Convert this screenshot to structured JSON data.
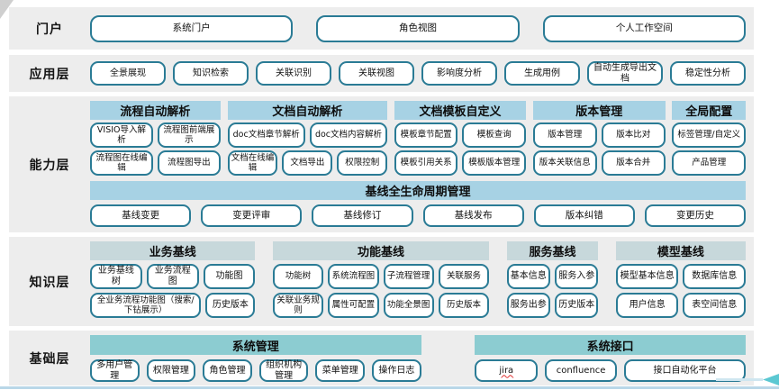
{
  "colors": {
    "accent": "#2a7b95",
    "band-bg": "#ededed",
    "hdr-blue": "#a7d2e4",
    "hdr-gray": "#c7d8db",
    "hdr-teal": "#8cccd1",
    "line-blue": "#b9d7e8",
    "arrow-teal": "#5bc8d2",
    "squiggle-red": "#e03030"
  },
  "portal": {
    "label": "门户",
    "buttons": [
      "系统门户",
      "角色视图",
      "个人工作空间"
    ]
  },
  "application": {
    "label": "应用层",
    "buttons": [
      "全景展现",
      "知识检索",
      "关联识别",
      "关联视图",
      "影响度分析",
      "生成用例",
      "自动生成导出文档",
      "稳定性分析"
    ]
  },
  "capability": {
    "label": "能力层",
    "groups": [
      {
        "header": "流程自动解析",
        "rows": [
          [
            "VISIO导入解析",
            "流程图前端展示"
          ],
          [
            "流程图在线编辑",
            "流程图导出"
          ]
        ]
      },
      {
        "header": "文档自动解析",
        "rows": [
          [
            "doc文档章节解析",
            "doc文档内容解析"
          ],
          [
            "文档在线编辑",
            "文档导出",
            "权限控制"
          ]
        ]
      },
      {
        "header": "文档模板自定义",
        "rows": [
          [
            "模板章节配置",
            "模板查询"
          ],
          [
            "模板引用关系",
            "模板版本管理"
          ]
        ]
      },
      {
        "header": "版本管理",
        "rows": [
          [
            "版本管理",
            "版本比对"
          ],
          [
            "版本关联信息",
            "版本合并"
          ]
        ]
      },
      {
        "header": "全局配置",
        "rows": [
          [
            "标签管理/自定义"
          ],
          [
            "产品管理"
          ]
        ]
      }
    ],
    "baseline": {
      "header": "基线全生命周期管理",
      "buttons": [
        "基线变更",
        "变更评审",
        "基线修订",
        "基线发布",
        "版本纠错",
        "变更历史"
      ]
    }
  },
  "knowledge": {
    "label": "知识层",
    "groups": [
      {
        "header": "业务基线",
        "rows": [
          [
            "业务基线树",
            "业务流程图",
            "功能图"
          ],
          [
            "全业务流程功能图（搜索/下钻展示）",
            "历史版本"
          ]
        ]
      },
      {
        "header": "功能基线",
        "rows": [
          [
            "功能树",
            "系统流程图",
            "子流程管理",
            "关联服务"
          ],
          [
            "关联业务规则",
            "属性可配置",
            "功能全景图",
            "历史版本"
          ]
        ]
      },
      {
        "header": "服务基线",
        "rows": [
          [
            "基本信息",
            "服务入参"
          ],
          [
            "服务出参",
            "历史版本"
          ]
        ]
      },
      {
        "header": "模型基线",
        "rows": [
          [
            "模型基本信息",
            "数据库信息"
          ],
          [
            "用户信息",
            "表空间信息"
          ]
        ]
      }
    ]
  },
  "foundation": {
    "label": "基础层",
    "groups": [
      {
        "header": "系统管理",
        "buttons": [
          "多用户管理",
          "权限管理",
          "角色管理",
          "组织机构管理",
          "菜单管理",
          "操作日志"
        ]
      },
      {
        "header": "系统接口",
        "buttons": [
          "jira",
          "confluence",
          "接口自动化平台"
        ]
      }
    ]
  }
}
